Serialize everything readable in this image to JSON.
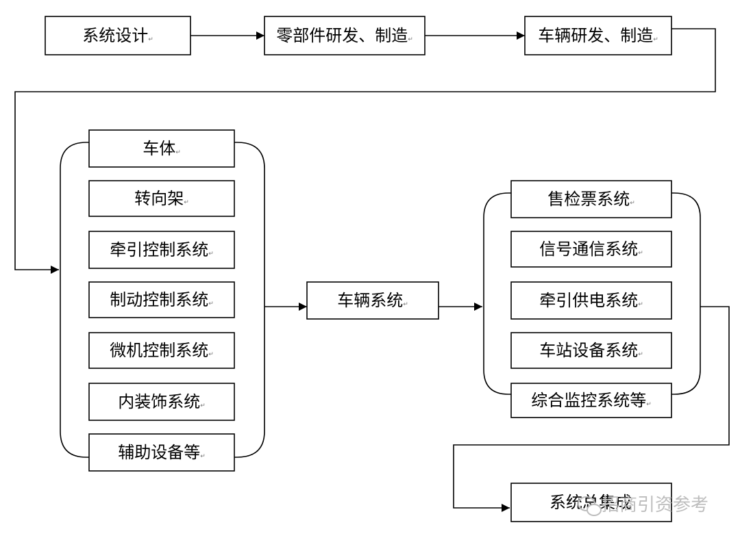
{
  "flow_top": {
    "system_design": "系统设计",
    "component_rd": "零部件研发、制造",
    "vehicle_rd": "车辆研发、制造"
  },
  "vehicle_group": {
    "items": [
      "车体",
      "转向架",
      "牵引控制系统",
      "制动控制系统",
      "微机控制系统",
      "内装饰系统",
      "辅助设备等"
    ]
  },
  "vehicle_system": "车辆系统",
  "rail_group": {
    "items": [
      "售检票系统",
      "信号通信系统",
      "牵引供电系统",
      "车站设备系统",
      "综合监控系统等"
    ]
  },
  "integration": "系统总集成",
  "paragraph_mark": "↵",
  "watermark": {
    "text": "招商引资参考",
    "icon": "wechat-icon"
  }
}
